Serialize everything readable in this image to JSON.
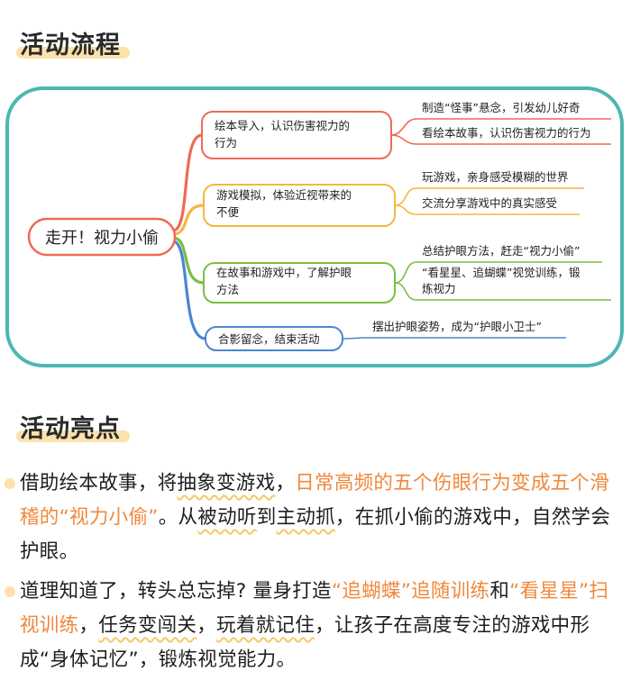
{
  "section1": {
    "title": "活动流程"
  },
  "mindmap": {
    "center": "走开！视力小偷",
    "branches": [
      {
        "label_lines": [
          "绘本导入，认识伤害视力的",
          "行为"
        ],
        "color": "#ee6a55",
        "leaves": [
          [
            "制造“怪事”悬念，引发幼儿好奇"
          ],
          [
            "看绘本故事，认识伤害视力的行为"
          ]
        ]
      },
      {
        "label_lines": [
          "游戏模拟，体验近视带来的",
          "不便"
        ],
        "color": "#f4b740",
        "leaves": [
          [
            "玩游戏，亲身感受模糊的世界"
          ],
          [
            "交流分享游戏中的真实感受"
          ]
        ]
      },
      {
        "label_lines": [
          "在故事和游戏中，了解护眼",
          "方法"
        ],
        "color": "#77c043",
        "leaves": [
          [
            "总结护眼方法，赶走“视力小偷”"
          ],
          [
            "“看星星、追蝴蝶”视觉训练，锻",
            "炼视力"
          ]
        ]
      },
      {
        "label_lines": [
          "合影留念，结束活动"
        ],
        "color": "#4b86d0",
        "leaves": [
          [
            "摆出护眼姿势，成为“护眼小卫士”"
          ]
        ]
      }
    ]
  },
  "section2": {
    "title": "活动亮点"
  },
  "highlights": {
    "p1": {
      "s1": "借助绘本故事，将",
      "s2": "抽象变游戏",
      "s3": "，",
      "s4": "日常高频的五个伤眼行为变成五个滑稽的“视力小偷”",
      "s5": "。从",
      "s6": "被动听",
      "s7": "到",
      "s8": "主动抓",
      "s9": "，在抓小偷的游戏中，自然学会护眼。"
    },
    "p2": {
      "s1": "道理知道了，转头总忘掉? 量身打造",
      "s2": "“追蝴蝶”追随训练",
      "s3": "和",
      "s4": "“看星星”扫视训练",
      "s5": "，",
      "s6": "任务变闯关",
      "s7": "，",
      "s8": "玩着就记住",
      "s9": "，让孩子在高度专注的游戏中形成“身体记忆”，锻炼视觉能力。"
    }
  },
  "colors": {
    "frame": "#4db7b0",
    "accent_orange": "#f0883c",
    "highlight_yellow": "#fbe2ad",
    "wavy_underline": "#f7c86a"
  }
}
